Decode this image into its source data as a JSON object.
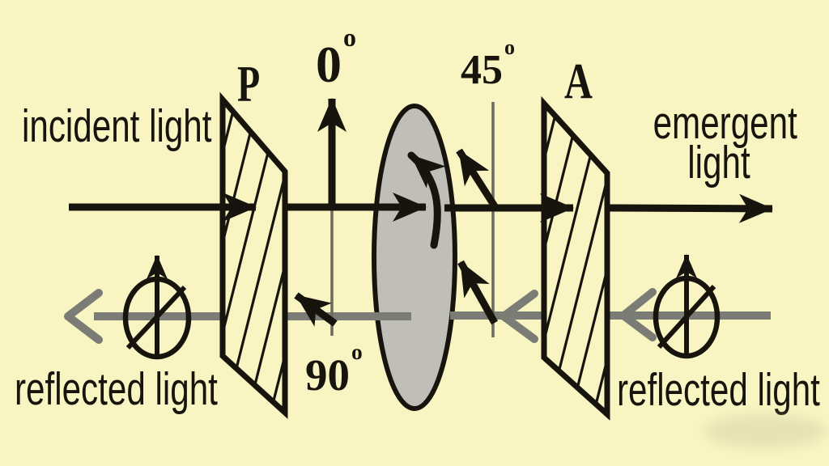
{
  "colors": {
    "bg": "#f8f5c2",
    "ink": "#17140e",
    "ray_gray": "#7c7c76",
    "thin_line": "#6a6a60",
    "rotator_fill": "#bfbeb8"
  },
  "labels": {
    "incident_light": "incident light",
    "emergent_light_line1": "emergent",
    "emergent_light_line2": "light",
    "reflected_light_left": "reflected light",
    "reflected_light_right": "reflected light",
    "polarizer": "P",
    "analyzer": "A"
  },
  "angles": {
    "zero": {
      "value": "0",
      "sup": "o"
    },
    "forty_five": {
      "value": "45",
      "sup": "o"
    },
    "ninety": {
      "value": "90",
      "sup": "o"
    }
  },
  "symbols": {
    "rotator_ellipse": "optically-active-medium",
    "rotation_curved_arrow": "counterclockwise-rotation-arrow",
    "unpolarized_light_symbol": "circle-with-vertical-arrow-and-diagonal-line",
    "polarizer_plate": "diagonal-hatched-plate"
  }
}
